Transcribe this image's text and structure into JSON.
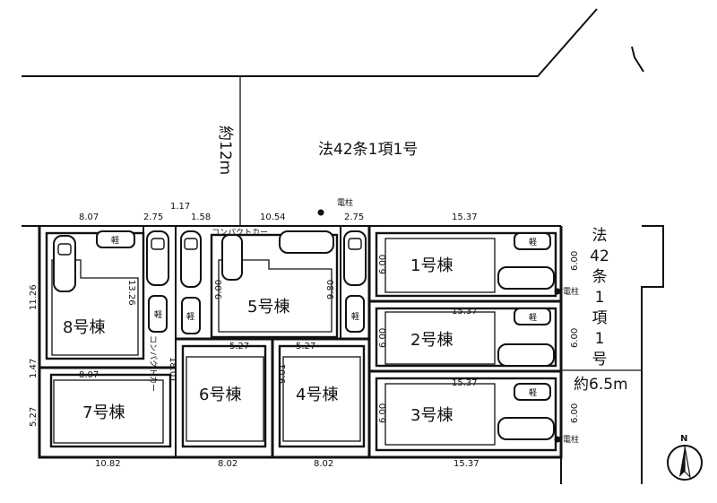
{
  "road_north": {
    "label": "法42条1項1号",
    "width_label": "約12m"
  },
  "road_east": {
    "chars": [
      "法",
      "42",
      "条",
      "1",
      "項",
      "1",
      "号"
    ],
    "width_label": "約6.5m"
  },
  "utility_pole_label": "電柱",
  "compact_car_label": "コンパクトカー",
  "kei_label": "軽",
  "dimensions": {
    "top": [
      "8.07",
      "2.75",
      "1.17",
      "1.58",
      "10.54",
      "2.75",
      "15.37"
    ],
    "bottom": [
      "10.82",
      "8.02",
      "8.02",
      "15.37"
    ],
    "left": [
      "11.26",
      "1.47",
      "5.27"
    ],
    "right": [
      "6.00",
      "6.00",
      "6.00"
    ],
    "inner": {
      "h1_depth": "6.00",
      "h2_depth": "6.00",
      "h3_depth": "6.00",
      "h2_width": "15.37",
      "h3_width": "15.37",
      "h5_left": "9.00",
      "h5_right": "9.80",
      "h6_width": "5.27",
      "h4_width": "5.27",
      "h4_depth": "9.01",
      "h7_width": "8.07",
      "h8_depth": "13.26",
      "lane_length": "18.01"
    }
  },
  "houses": [
    "1号棟",
    "2号棟",
    "3号棟",
    "4号棟",
    "5号棟",
    "6号棟",
    "7号棟",
    "8号棟"
  ],
  "compass": "N"
}
